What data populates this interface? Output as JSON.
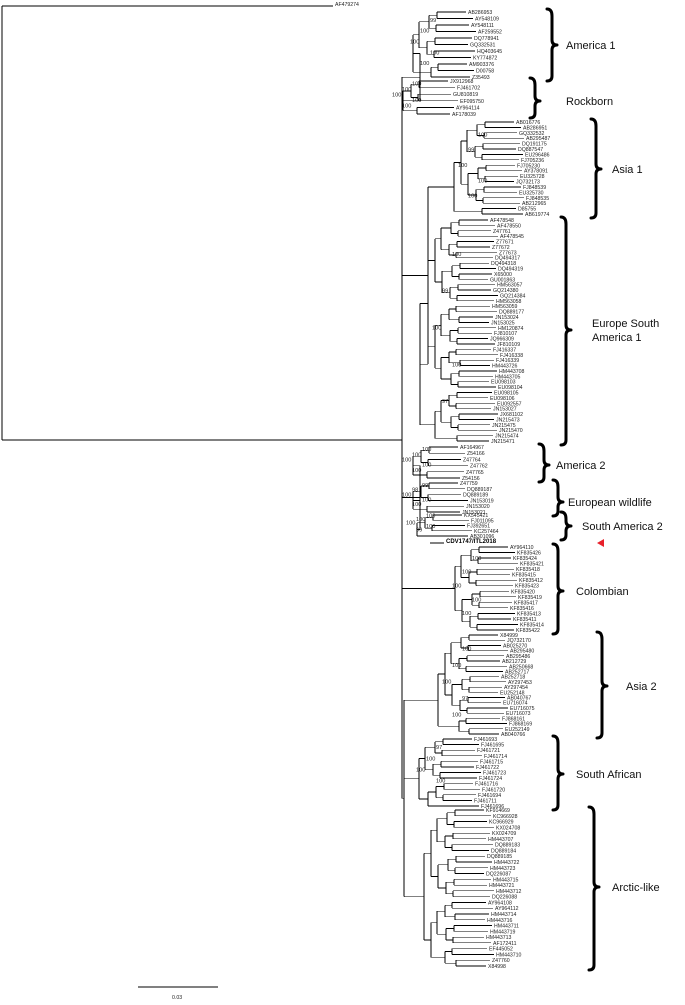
{
  "root_label": "AF479274",
  "highlight": {
    "label": "CDV1747/ITL2018",
    "marker_color": "#e8202a",
    "marker": "red-triangle-marker"
  },
  "scale_bar": {
    "label": "0.03"
  },
  "clades": [
    {
      "name": "America 1",
      "lines": [
        "America 1"
      ]
    },
    {
      "name": "Rockborn",
      "lines": [
        "Rockborn"
      ]
    },
    {
      "name": "Asia 1",
      "lines": [
        "Asia 1"
      ]
    },
    {
      "name": "Europe South America 1",
      "lines": [
        "Europe South",
        "America 1"
      ]
    },
    {
      "name": "America 2",
      "lines": [
        "America 2"
      ]
    },
    {
      "name": "European wildlife",
      "lines": [
        "European wildlife"
      ]
    },
    {
      "name": "South America 2",
      "lines": [
        "South America 2"
      ]
    },
    {
      "name": "Colombian",
      "lines": [
        "Colombian"
      ]
    },
    {
      "name": "Asia 2",
      "lines": [
        "Asia 2"
      ]
    },
    {
      "name": "South African",
      "lines": [
        "South African"
      ]
    },
    {
      "name": "Arctic-like",
      "lines": [
        "Arctic-like"
      ]
    }
  ],
  "leaf_groups": [
    {
      "clade": "America 1",
      "labels": [
        "AB286953",
        "AY548109",
        "AY548111",
        "AF259552",
        "DQ778941",
        "GQ332531",
        "HQ403645",
        "KY774872",
        "AM903376",
        "D00758",
        "Z35493"
      ]
    },
    {
      "clade": "Rockborn",
      "labels": [
        "JX912968",
        "FJ461702",
        "GU810819",
        "EF095750",
        "AY964114",
        "AF178039"
      ]
    },
    {
      "clade": "Asia 1",
      "labels": [
        "AB016776",
        "AB286951",
        "GQ332532",
        "AB295487",
        "DQ191175",
        "DQ887547",
        "EU296486",
        "FJ705236",
        "FJ705230",
        "AY378091",
        "EU325728",
        "JQ732173",
        "FJ848539",
        "EU325730",
        "FJ848535",
        "AB212965",
        "D85755",
        "AB619774"
      ]
    },
    {
      "clade": "Europe South America 1",
      "labels": [
        "AF478548",
        "AF478550",
        "Z47761",
        "AF478545",
        "Z77671",
        "Z77672",
        "Z77673",
        "DQ494317",
        "DQ494318",
        "DQ494319",
        "X65000",
        "GU001863",
        "HM563057",
        "GQ214380",
        "GQ214384",
        "HM563058",
        "HM563059",
        "DQ889177",
        "JN153024",
        "JN153025",
        "HM120874",
        "FJ810107",
        "JQ966309",
        "JF810109",
        "FJ416337",
        "FJ416338",
        "FJ416339",
        "HM443726",
        "HM443708",
        "HM443705",
        "EU098103",
        "EU098104",
        "EU098105",
        "EU098106",
        "EU092557",
        "JN153027",
        "JX681102",
        "JN215473",
        "JN215475",
        "JN215470",
        "JN215474",
        "JN215471"
      ]
    },
    {
      "clade": "America 2",
      "labels": [
        "AF164967",
        "Z54166",
        "Z47764",
        "Z47762",
        "Z47765",
        "Z54156"
      ]
    },
    {
      "clade": "European wildlife",
      "labels": [
        "Z47759",
        "DQ889187",
        "DQ889189",
        "JN153019",
        "JN153020",
        "JN153021"
      ]
    },
    {
      "clade": "South America 2",
      "labels": [
        "KX545421",
        "FJ011095",
        "FJ392651",
        "KC257464",
        "AB301096"
      ]
    },
    {
      "clade": "Colombian",
      "labels": [
        "AY964110",
        "KF835426",
        "KF835424",
        "KF835421",
        "KF835418",
        "KF835415",
        "KF835412",
        "KF835423",
        "KF835420",
        "KF835419",
        "KF835417",
        "KF835416",
        "KF835413",
        "KF835411",
        "KF835414",
        "KF835422"
      ]
    },
    {
      "clade": "Asia 2",
      "labels": [
        "X84999",
        "JQ732170",
        "AB025270",
        "AB295480",
        "AB295486",
        "AB212729",
        "AB250668",
        "AB252717",
        "AB252718",
        "AY297453",
        "AY297454",
        "EU252148",
        "AB040767",
        "EU716074",
        "EU716075",
        "EU716073",
        "FJ868161",
        "FJ868169",
        "EU252149",
        "AB040766"
      ]
    },
    {
      "clade": "South African",
      "labels": [
        "FJ461693",
        "FJ461695",
        "FJ461721",
        "FJ461714",
        "FJ461715",
        "FJ461722",
        "FJ461723",
        "FJ461724",
        "FJ461716",
        "FJ461720",
        "FJ461694",
        "FJ461711",
        "FJ461696"
      ]
    },
    {
      "clade": "Arctic-like",
      "labels": [
        "KF914669",
        "KC966928",
        "KC966929",
        "KX024708",
        "KX024709",
        "HM443707",
        "DQ889183",
        "DQ889184",
        "DQ889185",
        "HM443722",
        "HM443723",
        "DQ226087",
        "HM443715",
        "HM443721",
        "HM443712",
        "DQ226088",
        "AY964108",
        "AY964112",
        "HM443714",
        "HM443716",
        "HM443711",
        "HM443719",
        "HM443713",
        "AF172411",
        "EF445052",
        "HM443710",
        "Z47760",
        "X84998"
      ]
    }
  ],
  "bootstrap_values": [
    "99",
    "100",
    "100",
    "100",
    "100",
    "100",
    "100",
    "100",
    "100",
    "100",
    "100",
    "99",
    "100",
    "100",
    "100",
    "100",
    "99",
    "100",
    "100",
    "97",
    "100",
    "100",
    "100",
    "100",
    "100",
    "99",
    "98",
    "100",
    "100",
    "100",
    "100",
    "100",
    "100",
    "100",
    "99",
    "100",
    "100",
    "100",
    "100",
    "100",
    "100",
    "100",
    "100",
    "97",
    "100",
    "97",
    "100",
    "100",
    "100"
  ]
}
